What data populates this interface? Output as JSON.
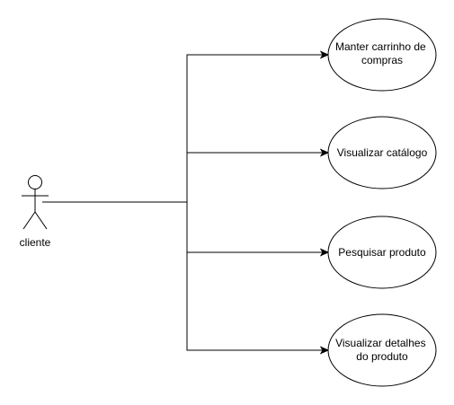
{
  "actor": {
    "name": "cliente"
  },
  "use_cases": [
    {
      "lines": [
        "Manter carrinho de",
        "compras"
      ]
    },
    {
      "lines": [
        "Visualizar catálogo"
      ]
    },
    {
      "lines": [
        "Pesquisar produto"
      ]
    },
    {
      "lines": [
        "Visualizar detalhes",
        "do produto"
      ]
    }
  ],
  "colors": {
    "stroke": "#000000",
    "fill": "#ffffff",
    "text": "#000000"
  }
}
